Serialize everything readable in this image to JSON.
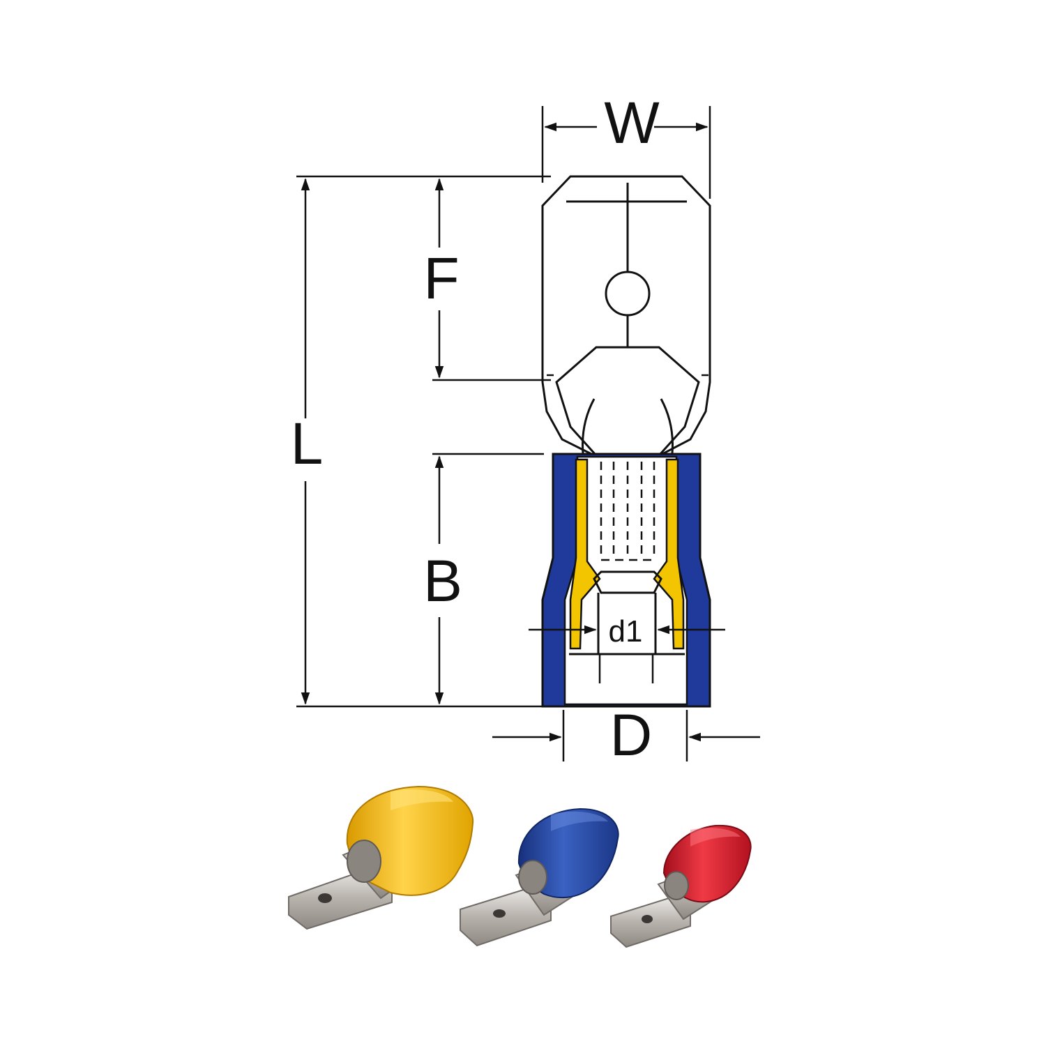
{
  "labels": {
    "width": "W",
    "tongue": "F",
    "length": "L",
    "barrel": "B",
    "wire_diameter": "d1",
    "insulation_diameter": "D"
  },
  "colors": {
    "blue_insulation": "#1f3a9a",
    "yellow_inner": "#f3c400",
    "red_terminal": "#d0182a",
    "yellow_terminal": "#f2b81a",
    "blue_terminal": "#23469b",
    "metal": "#c9c4bf",
    "line": "#111111"
  },
  "products": [
    {
      "name": "yellow-terminal",
      "color": "#f2b81a"
    },
    {
      "name": "blue-terminal",
      "color": "#23469b"
    },
    {
      "name": "red-terminal",
      "color": "#d0182a"
    }
  ]
}
